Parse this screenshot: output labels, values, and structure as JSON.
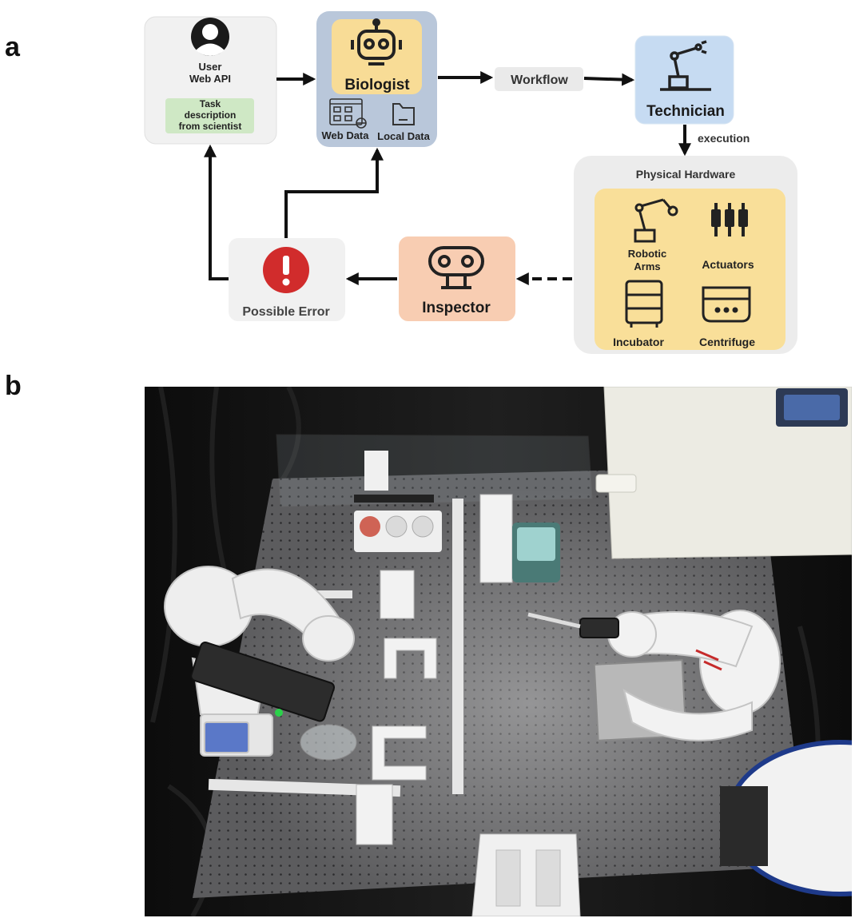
{
  "panels": {
    "a": "a",
    "b": "b"
  },
  "user_box": {
    "line1": "User",
    "line2": "Web API",
    "task_line1": "Task",
    "task_line2": "description",
    "task_line3": "from scientist",
    "icon": "user-avatar-icon"
  },
  "biologist_box": {
    "label": "Biologist",
    "web_data": "Web Data",
    "local_data": "Local Data",
    "icon": "robot-icon"
  },
  "workflow_label": "Workflow",
  "technician_box": {
    "label": "Technician",
    "icon": "robotic-arm-icon"
  },
  "execution_label": "execution",
  "hardware_box": {
    "title": "Physical Hardware",
    "robotic_line1": "Robotic",
    "robotic_line2": "Arms",
    "actuators": "Actuators",
    "incubator": "Incubator",
    "centrifuge": "Centrifuge"
  },
  "inspector_box": {
    "label": "Inspector",
    "icon": "inspector-robot-icon"
  },
  "error_box": {
    "label": "Possible Error",
    "icon": "exclamation-icon"
  },
  "colors": {
    "user_bg": "#f1f1f1",
    "task_bg": "#cfe8c5",
    "biologist_bg": "#b9c7da",
    "biologist_head": "#f8dc96",
    "workflow_bg": "#eaeaea",
    "technician_bg": "#c6dbf2",
    "hardware_bg": "#ececec",
    "hardware_inner": "#f9df99",
    "inspector_bg": "#f8cdb2",
    "error_bg": "#f1f1f1",
    "error_red": "#d12c2c"
  }
}
